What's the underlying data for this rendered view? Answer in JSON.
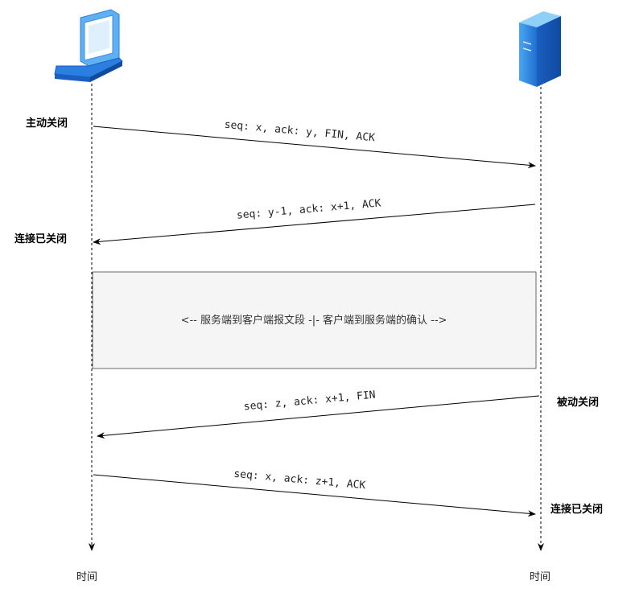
{
  "client": {
    "icon": "laptop-icon",
    "color": "#2a7fe0",
    "time_label": "时间"
  },
  "server": {
    "icon": "server-icon",
    "color": "#2a7fe0",
    "time_label": "时间"
  },
  "messages": [
    {
      "label": "seq: x, ack: y, FIN, ACK",
      "direction": "client-to-server"
    },
    {
      "label": "seq: y-1, ack: x+1, ACK",
      "direction": "server-to-client"
    },
    {
      "label": "seq: z, ack: x+1, FIN",
      "direction": "server-to-client"
    },
    {
      "label": "seq: x, ack: z+1, ACK",
      "direction": "client-to-server"
    }
  ],
  "states": {
    "active_close": "主动关闭",
    "client_closed": "连接已关闭",
    "passive_close": "被动关闭",
    "server_closed": "连接已关闭"
  },
  "gap_box": {
    "text": "<-- 服务端到客户端报文段 -|- 客户端到服务端的确认 -->",
    "fill": "#f5f5f5",
    "stroke": "#666666"
  }
}
